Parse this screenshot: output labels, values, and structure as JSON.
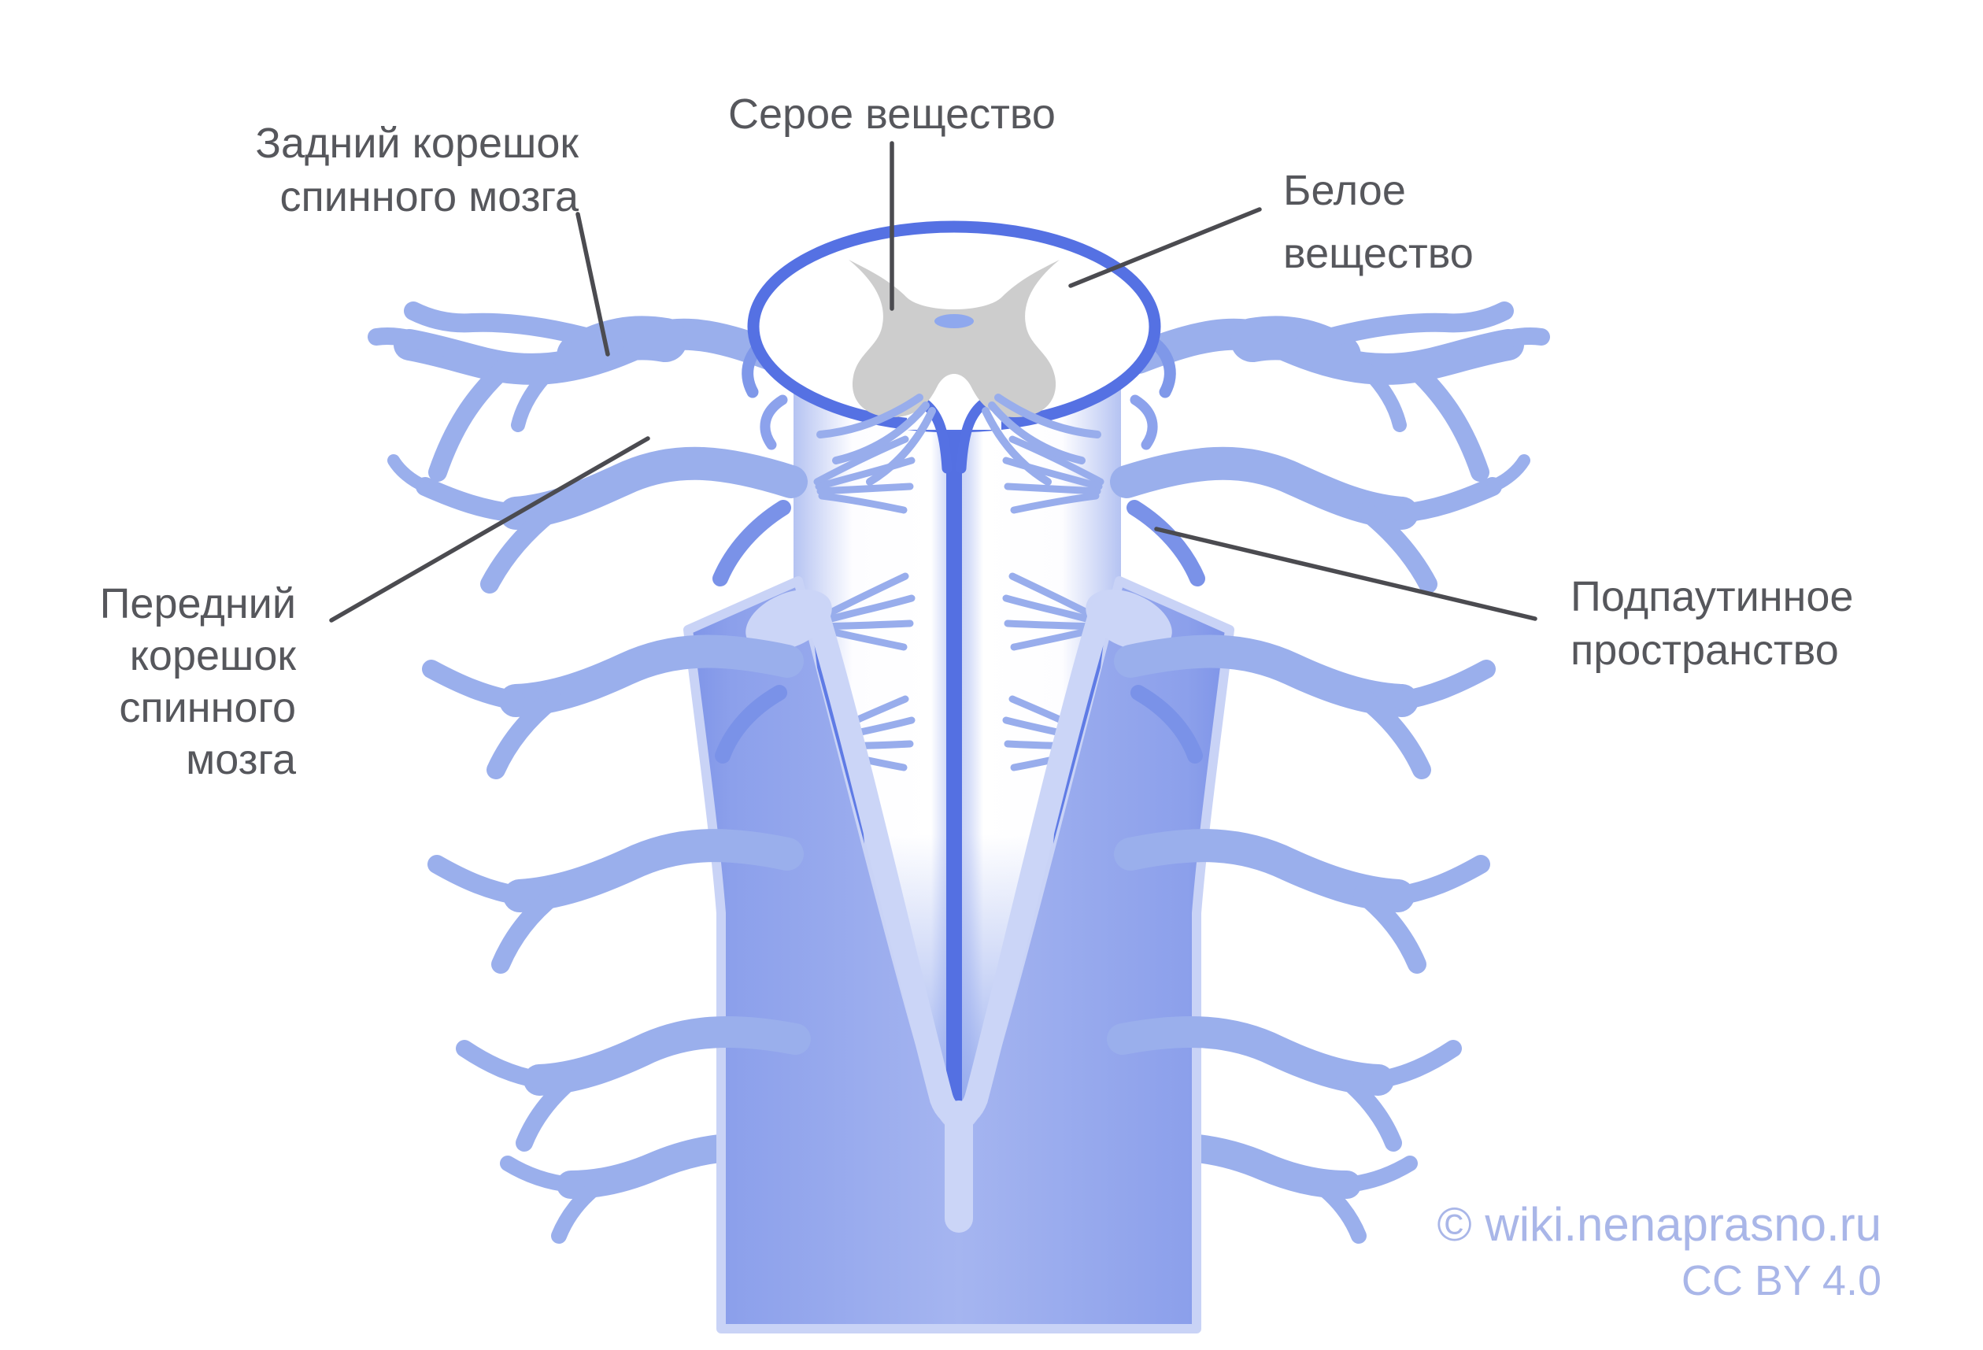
{
  "labels": {
    "gray_matter": "Серое вещество",
    "dorsal_root": {
      "line1": "Задний корешок",
      "line2": "спинного мозга"
    },
    "white_matter": {
      "line1": "Белое",
      "line2": "вещество"
    },
    "ventral_root": {
      "line1": "Передний",
      "line2": "корешок",
      "line3": "спинного",
      "line4": "мозга"
    },
    "subarachnoid_space": {
      "line1": "Подпаутинное",
      "line2": "пространство"
    }
  },
  "watermark": {
    "credit": "© wiki.nenaprasno.ru",
    "license": "CC BY 4.0"
  },
  "colors": {
    "background": "#FFFFFF",
    "nerve": "#9AAFEC",
    "nerve_deep": "#7A92E8",
    "outline_blue": "#5571E3",
    "fissure_blue": "#5470E2",
    "dura": "#8CA3EC",
    "dura_pale": "#CBD5F7",
    "flap_shadow": "#5F7BE5",
    "gray_matter": "#CDCDCD",
    "central_canal": "#8FA8EE",
    "label_text": "#56575C",
    "leader_line": "#4B4B50",
    "watermark": "#A9B6E8"
  }
}
